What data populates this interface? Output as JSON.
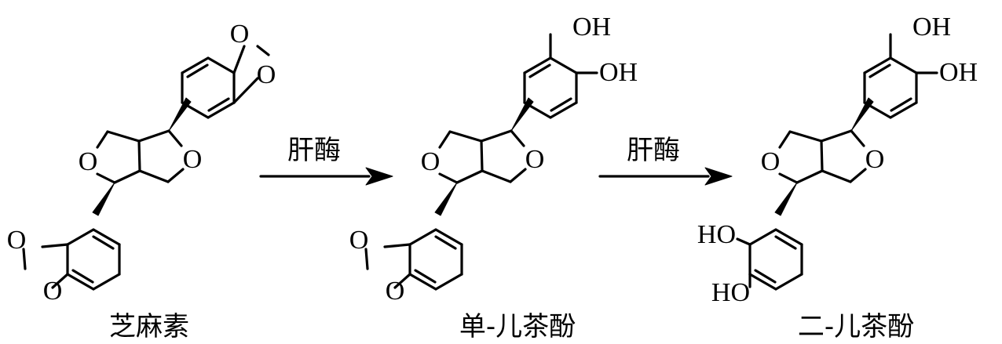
{
  "scheme": {
    "compounds": [
      {
        "name": "芝麻素",
        "atom_labels": {
          "o_ring_left": "O",
          "o_ring_right": "O",
          "o_top_a": "O",
          "o_top_b": "O",
          "o_bottom_a": "O",
          "o_bottom_b": "O"
        }
      },
      {
        "name": "单-儿茶酚",
        "atom_labels": {
          "o_ring_left": "O",
          "o_ring_right": "O",
          "oh_top_a": "OH",
          "oh_top_b": "OH",
          "o_bottom_a": "O",
          "o_bottom_b": "O"
        }
      },
      {
        "name": "二-儿茶酚",
        "atom_labels": {
          "o_ring_left": "O",
          "o_ring_right": "O",
          "oh_top_a": "OH",
          "oh_top_b": "OH",
          "ho_bottom_a": "HO",
          "ho_bottom_b": "HO"
        }
      }
    ],
    "arrows": [
      {
        "label": "肝酶"
      },
      {
        "label": "肝酶"
      }
    ],
    "colors": {
      "ink": "#000000",
      "background": "#ffffff"
    }
  }
}
